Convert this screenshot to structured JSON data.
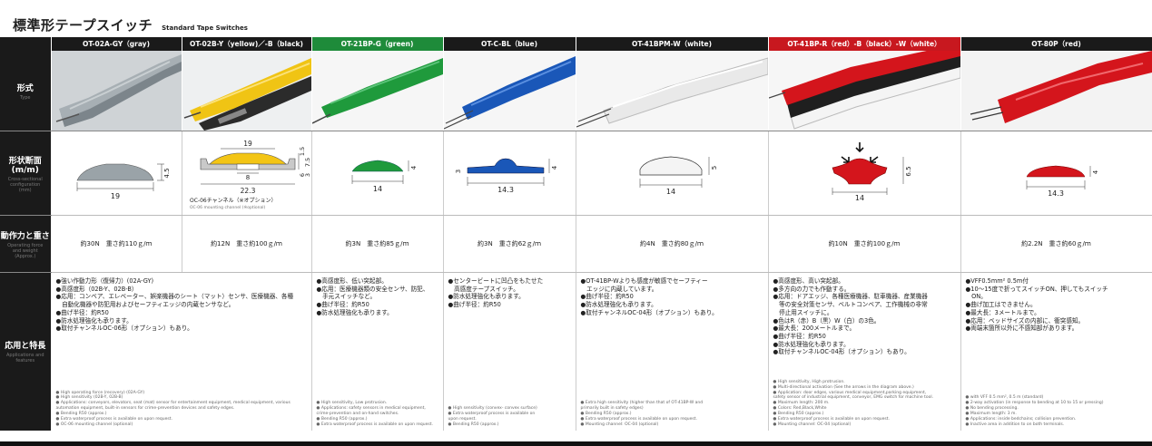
{
  "title": {
    "main": "標準形テープスイッチ",
    "sub": "Standard Tape Switches"
  },
  "row_labels": {
    "type": {
      "jp": "形式",
      "en": "Type"
    },
    "section": {
      "jp": "形状断面\n(m/m)",
      "en": "Cross-sectional\nconfiguration\n(mm)"
    },
    "force": {
      "jp": "動作力と重さ",
      "en": "Operating force\nand weight\n(Approx.)"
    },
    "features": {
      "jp": "応用と特長",
      "en": "Applications and\nfeatures"
    }
  },
  "columns": [
    {
      "header": "OT-02A-GY（gray)",
      "force": "約30N　重さ約110ｇ/ｍ",
      "dims": [
        "19",
        "4.5"
      ],
      "jp": [
        "●強い作動力形（復帰力）(02A-GY)",
        "●高感度形（02B-Y、02B-B）",
        "●応用：コンベア、エレベーター、娯楽機器のシート（マット）センサ、医療機器、各種",
        "　自動化機器や防犯用およびセーフティエッジの内蔵センサなど。",
        "●曲げ半径：約R50",
        "●防水処理強化も承ります。",
        "●取付チャンネルOC-06形（オプション）もあり。"
      ],
      "en": [
        "● High operating force (recovery) (02A-GY)",
        "● High sensitivity (02B-Y, 02B-B)",
        "● Applications: conveyors, elevators, seat (mat) sensor for entertainment equipment, medical equipment, various",
        "   automation equipment, built-in sensors for crime-prevention devices and safety edges.",
        "● Bending R50 (approx.)",
        "● Extra waterproof process is available on upon request.",
        "● OC-06 mounting channel (optional)"
      ]
    },
    {
      "header": "OT-02B-Y（yellow)／-B（black)",
      "force": "約12N　重さ約100ｇ/ｍ",
      "dims": [
        "19",
        "1.5",
        "7.5",
        "6",
        "3",
        "8",
        "22.3"
      ],
      "channel_jp": "OC-06チャンネル（※オプション）",
      "channel_en": "OC-06 mounting channel (※optional)"
    },
    {
      "header": "OT-21BP-G（green)",
      "force": "約3N　重さ約85ｇ/ｍ",
      "dims": [
        "14",
        "4"
      ],
      "jp": [
        "●高感度形、低い突起部。",
        "●応用：医療機器類の安全センサ、防犯、",
        "　手元スイッチなど。",
        "●曲げ半径：約R50",
        "●防水処理強化も承ります。"
      ],
      "en": [
        "● High sensitivity, Low protrusion.",
        "● Applications: safety sensors in medical equipment,",
        "   crime-prevention and on-hand switches.",
        "● Bending R50 (approx.)",
        "● Extra waterproof process is available on upon request."
      ]
    },
    {
      "header": "OT-C-BL（blue)",
      "force": "約3N　重さ約62ｇ/ｍ",
      "dims": [
        "3",
        "14.3",
        "4"
      ],
      "jp": [
        "●センタービートに凹凸をもたせた",
        "　高感度テープスイッチ。",
        "●防水処理強化も承ります。",
        "●曲げ半径：約R50"
      ],
      "en": [
        "● High sensitivity (convex- convex surface)",
        "● Extra waterproof process is available on",
        "   upon request.",
        "● Bending R50 (approx.)"
      ]
    },
    {
      "header": "OT-41BPM-W（white)",
      "force": "約4N　重さ約80ｇ/ｍ",
      "dims": [
        "14",
        "5"
      ],
      "jp": [
        "●OT-41BP-Wよりも感度が敏感でセーフティー",
        "　エッジに内蔵しています。",
        "●曲げ半径：約R50",
        "●防水処理強化も承ります。",
        "●取付チャンネルOC-04形（オプション）もあり。"
      ],
      "en": [
        "● Extra high sensitivity (higher than that of OT-41BP-W and",
        "   primarily built in safety edges)",
        "● Bending R50 (approx.)",
        "● Extra waterproof process is available on upon request.",
        "● Mounting channel: OC-04 (optional)"
      ]
    },
    {
      "header": "OT-41BP-R（red）-B（black）-W（white）",
      "force": "約10N　重さ約100ｇ/ｍ",
      "dims": [
        "14",
        "6.5"
      ],
      "jp": [
        "●高感度形、高い突起部。",
        "●多方向の力でも作動する。",
        "●応用：ドアエッジ、各種医療機器、駐車機器、産業機器",
        "　等の安全対策センサ、ベルトコンベア、工作機械の非常",
        "　停止用スイッチに。",
        "●色はR（赤）B（黒）W（白）の3色。",
        "●最大長：200メートルまで。",
        "●曲げ半径：約R50",
        "●防水処理強化も承ります。",
        "●取付チャンネルOC-04形（オプション）もあり。"
      ],
      "en": [
        "● High sensitivity, High protrusion.",
        "● Multi-directional activation (See the arrows in the diagram above.)",
        "● Application: door edges, various medical equipment,parking equipment,",
        "   safety sensor of industrial equipment, conveyor, EMG switch for machine tool.",
        "● Maximum length: 200 m.",
        "● Colors: Red,Black,White",
        "● Bending R50 (approx.)",
        "● Extra waterproof process is available on upon request.",
        "● Mounting channel: OC-04 (optional)"
      ]
    },
    {
      "header": "OT-80P（red)",
      "force": "約2.2N　重さ約60ｇ/ｍ",
      "dims": [
        "4",
        "14.3"
      ],
      "jp": [
        "●VFF0.5mm² 0.5m付",
        "●10～15度で折ってスイッチON、押してもスイッチ",
        "　ON。",
        "●曲げ加工はできません。",
        "●最大長：3メートルまで。",
        "●応用：ベッドサイズの内部に、衝突感知。",
        "●両端末箇所以外に不感知部があります。"
      ],
      "en": [
        "● with VFF 0.5 mm², 0.5 m (standard)",
        "● 2-way activation (in response to bending at 10 to 15 or pressing)",
        "● No bending processing.",
        "● Maximum length: 3 m.",
        "● Applications: inside bedchains; collision prevention.",
        "● Inactive area in addition to on both terminals."
      ]
    }
  ],
  "colors": {
    "gray": "#9aa3a8",
    "yellow": "#f3c515",
    "black": "#2a2a2a",
    "green": "#1f9a3c",
    "blue": "#1a57b8",
    "white": "#f2f2f2",
    "red": "#d4151c",
    "header": "#1a1a1a"
  }
}
